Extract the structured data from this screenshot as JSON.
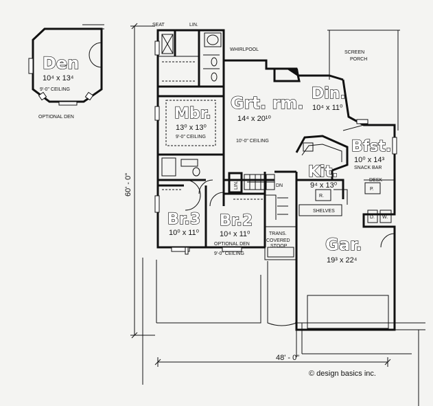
{
  "rooms": {
    "den": {
      "name": "Den",
      "size": "10⁴ x 13⁴",
      "ceiling": "9'-0\" CEILING"
    },
    "optional_den_caption": "OPTIONAL DEN",
    "mbr": {
      "name": "Mbr.",
      "size": "13⁰ x 13⁰",
      "ceiling": "9'-0\" CEILING"
    },
    "grt": {
      "name": "Grt. rm.",
      "size": "14⁴ x 20¹⁰",
      "ceiling": "10'-0\" CEILING"
    },
    "din": {
      "name": "Din.",
      "size": "10⁴ x 11⁰"
    },
    "bfst": {
      "name": "Bfst.",
      "size": "10⁰ x 14³"
    },
    "kit": {
      "name": "Kit.",
      "size": "9⁴ x 13⁰"
    },
    "br3": {
      "name": "Br.3",
      "size": "10⁰ x 11⁰"
    },
    "br2": {
      "name": "Br.2",
      "size": "10⁴ x 11⁰",
      "caption": "OPTIONAL DEN",
      "ceiling": "9'-0\" CEILING"
    },
    "gar": {
      "name": "Gar.",
      "size": "19³ x 22⁴"
    }
  },
  "labels": {
    "seat": "SEAT",
    "lin_top": "LIN.",
    "whirlpool": "WHIRLPOOL",
    "screen_porch_1": "SCREEN",
    "screen_porch_2": "PORCH",
    "snack_bar": "SNACK BAR",
    "desk": "DESK",
    "pantry": "P.",
    "lin_hall": "LIN.",
    "dn": "DN",
    "r": "R.",
    "shelves": "SHELVES",
    "d": "D.",
    "w": "W.",
    "trans": "TRANS.",
    "covered_stoop_1": "COVERED",
    "covered_stoop_2": "STOOP"
  },
  "dimensions": {
    "depth": "60' - 0\"",
    "width": "48' - 0\""
  },
  "credit": "© design basics inc."
}
